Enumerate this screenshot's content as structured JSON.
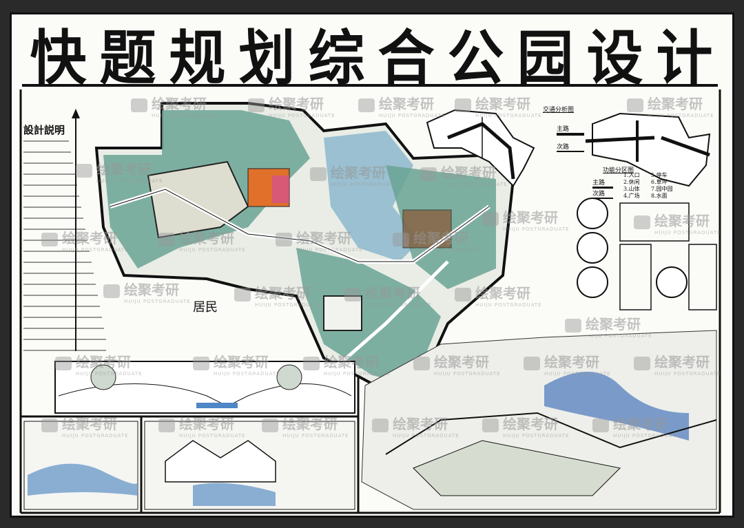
{
  "title": {
    "chars": [
      "快",
      "题",
      "规",
      "划",
      "综",
      "合",
      "公",
      "园",
      "设",
      "计"
    ]
  },
  "design_notes_label": "設計説明",
  "residential_label": "居民",
  "traffic_analysis": {
    "title": "交通分析图",
    "main_road": "主路",
    "secondary_road": "次路"
  },
  "function_zoning": {
    "title": "功能分区图",
    "main_road": "主路",
    "secondary_road": "次路",
    "zones": [
      "1.入口",
      "2.休闲",
      "3.山体",
      "4.广场",
      "5.停车",
      "6.草坪",
      "7.园中园",
      "8.水面"
    ]
  },
  "watermark": {
    "text": "绘聚考研",
    "sub": "HUIJU POSTGRADUATE"
  },
  "colors": {
    "vegetation": "#5f9a8a",
    "water": "#6f9cc9",
    "plaza": "#e0702a",
    "ink": "#111111",
    "paper": "#fbfbf8"
  }
}
